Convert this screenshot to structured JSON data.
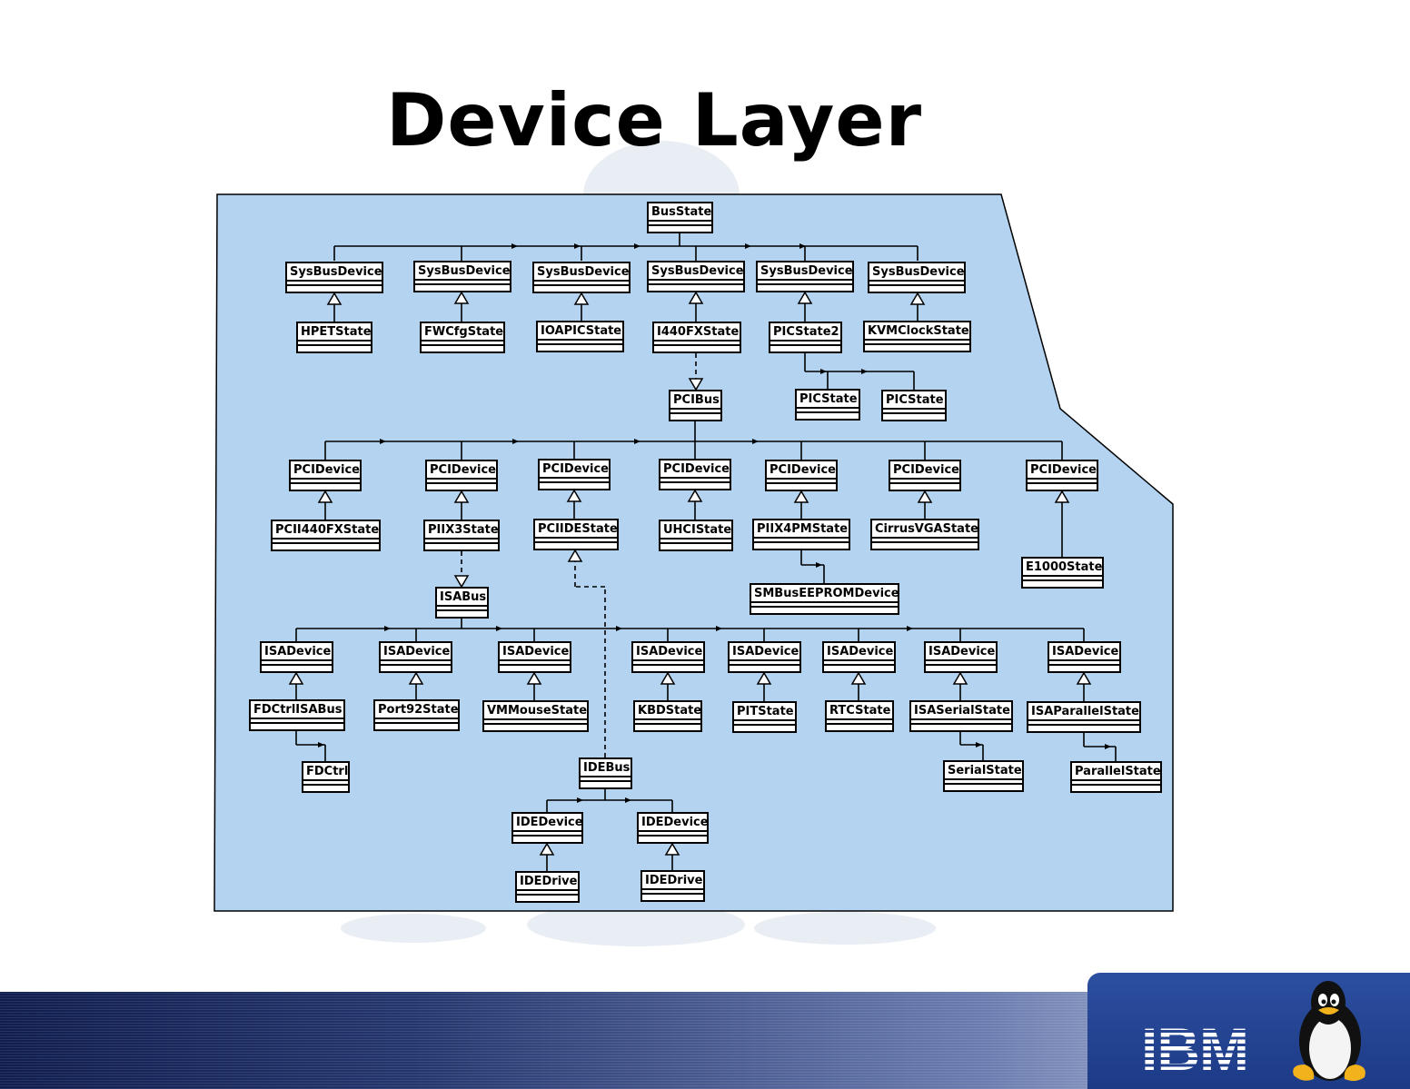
{
  "title": "Device Layer",
  "diagram": {
    "boxes": [
      {
        "id": "busstate",
        "label": "BusState"
      },
      {
        "id": "sysbus1",
        "label": "SysBusDevice"
      },
      {
        "id": "sysbus2",
        "label": "SysBusDevice"
      },
      {
        "id": "sysbus3",
        "label": "SysBusDevice"
      },
      {
        "id": "sysbus4",
        "label": "SysBusDevice"
      },
      {
        "id": "sysbus5",
        "label": "SysBusDevice"
      },
      {
        "id": "sysbus6",
        "label": "SysBusDevice"
      },
      {
        "id": "hpet",
        "label": "HPETState"
      },
      {
        "id": "fwcfg",
        "label": "FWCfgState"
      },
      {
        "id": "ioapic",
        "label": "IOAPICState"
      },
      {
        "id": "i440fx",
        "label": "I440FXState"
      },
      {
        "id": "picstate2",
        "label": "PICState2"
      },
      {
        "id": "kvmclock",
        "label": "KVMClockState"
      },
      {
        "id": "pic1",
        "label": "PICState"
      },
      {
        "id": "pic2",
        "label": "PICState"
      },
      {
        "id": "pcibus",
        "label": "PCIBus"
      },
      {
        "id": "pcidev1",
        "label": "PCIDevice"
      },
      {
        "id": "pcidev2",
        "label": "PCIDevice"
      },
      {
        "id": "pcidev3",
        "label": "PCIDevice"
      },
      {
        "id": "pcidev4",
        "label": "PCIDevice"
      },
      {
        "id": "pcidev5",
        "label": "PCIDevice"
      },
      {
        "id": "pcidev6",
        "label": "PCIDevice"
      },
      {
        "id": "pcidev7",
        "label": "PCIDevice"
      },
      {
        "id": "pcii440fx",
        "label": "PCII440FXState"
      },
      {
        "id": "piix3",
        "label": "PIIX3State"
      },
      {
        "id": "pciide",
        "label": "PCIIDEState"
      },
      {
        "id": "uhci",
        "label": "UHCIState"
      },
      {
        "id": "piix4pm",
        "label": "PIIX4PMState"
      },
      {
        "id": "cirrus",
        "label": "CirrusVGAState"
      },
      {
        "id": "e1000",
        "label": "E1000State"
      },
      {
        "id": "smbus",
        "label": "SMBusEEPROMDevice"
      },
      {
        "id": "isabus",
        "label": "ISABus"
      },
      {
        "id": "isadev1",
        "label": "ISADevice"
      },
      {
        "id": "isadev2",
        "label": "ISADevice"
      },
      {
        "id": "isadev3",
        "label": "ISADevice"
      },
      {
        "id": "isadev4",
        "label": "ISADevice"
      },
      {
        "id": "isadev5",
        "label": "ISADevice"
      },
      {
        "id": "isadev6",
        "label": "ISADevice"
      },
      {
        "id": "isadev7",
        "label": "ISADevice"
      },
      {
        "id": "isadev8",
        "label": "ISADevice"
      },
      {
        "id": "fdctrlisa",
        "label": "FDCtrlISABus"
      },
      {
        "id": "port92",
        "label": "Port92State"
      },
      {
        "id": "vmmouse",
        "label": "VMMouseState"
      },
      {
        "id": "kbd",
        "label": "KBDState"
      },
      {
        "id": "pit",
        "label": "PITState"
      },
      {
        "id": "rtc",
        "label": "RTCState"
      },
      {
        "id": "isaserial",
        "label": "ISASerialState"
      },
      {
        "id": "isaparallel",
        "label": "ISAParallelState"
      },
      {
        "id": "fdctrl",
        "label": "FDCtrl"
      },
      {
        "id": "serial",
        "label": "SerialState"
      },
      {
        "id": "parallel",
        "label": "ParallelState"
      },
      {
        "id": "idebus",
        "label": "IDEBus"
      },
      {
        "id": "idedev1",
        "label": "IDEDevice"
      },
      {
        "id": "idedev2",
        "label": "IDEDevice"
      },
      {
        "id": "idedrive1",
        "label": "IDEDrive"
      },
      {
        "id": "idedrive2",
        "label": "IDEDrive"
      }
    ],
    "edges": [
      {
        "from": "busstate",
        "to": "sysbus1",
        "type": "association"
      },
      {
        "from": "busstate",
        "to": "sysbus2",
        "type": "association"
      },
      {
        "from": "busstate",
        "to": "sysbus3",
        "type": "association"
      },
      {
        "from": "busstate",
        "to": "sysbus4",
        "type": "association"
      },
      {
        "from": "busstate",
        "to": "sysbus5",
        "type": "association"
      },
      {
        "from": "busstate",
        "to": "sysbus6",
        "type": "association"
      },
      {
        "from": "hpet",
        "to": "sysbus1",
        "type": "inheritance"
      },
      {
        "from": "fwcfg",
        "to": "sysbus2",
        "type": "inheritance"
      },
      {
        "from": "ioapic",
        "to": "sysbus3",
        "type": "inheritance"
      },
      {
        "from": "i440fx",
        "to": "sysbus4",
        "type": "inheritance"
      },
      {
        "from": "picstate2",
        "to": "sysbus5",
        "type": "inheritance"
      },
      {
        "from": "kvmclock",
        "to": "sysbus6",
        "type": "inheritance"
      },
      {
        "from": "picstate2",
        "to": "pic1",
        "type": "association"
      },
      {
        "from": "picstate2",
        "to": "pic2",
        "type": "association"
      },
      {
        "from": "i440fx",
        "to": "pcibus",
        "type": "dependency"
      },
      {
        "from": "pcibus",
        "to": "pcidev1",
        "type": "association"
      },
      {
        "from": "pcibus",
        "to": "pcidev2",
        "type": "association"
      },
      {
        "from": "pcibus",
        "to": "pcidev3",
        "type": "association"
      },
      {
        "from": "pcibus",
        "to": "pcidev4",
        "type": "association"
      },
      {
        "from": "pcibus",
        "to": "pcidev5",
        "type": "association"
      },
      {
        "from": "pcibus",
        "to": "pcidev6",
        "type": "association"
      },
      {
        "from": "pcibus",
        "to": "pcidev7",
        "type": "association"
      },
      {
        "from": "pcii440fx",
        "to": "pcidev1",
        "type": "inheritance"
      },
      {
        "from": "piix3",
        "to": "pcidev2",
        "type": "inheritance"
      },
      {
        "from": "pciide",
        "to": "pcidev3",
        "type": "inheritance"
      },
      {
        "from": "uhci",
        "to": "pcidev4",
        "type": "inheritance"
      },
      {
        "from": "piix4pm",
        "to": "pcidev5",
        "type": "inheritance"
      },
      {
        "from": "cirrus",
        "to": "pcidev6",
        "type": "inheritance"
      },
      {
        "from": "e1000",
        "to": "pcidev7",
        "type": "inheritance"
      },
      {
        "from": "piix4pm",
        "to": "smbus",
        "type": "association"
      },
      {
        "from": "piix3",
        "to": "isabus",
        "type": "dependency"
      },
      {
        "from": "isabus",
        "to": "isadev1",
        "type": "association"
      },
      {
        "from": "isabus",
        "to": "isadev2",
        "type": "association"
      },
      {
        "from": "isabus",
        "to": "isadev3",
        "type": "association"
      },
      {
        "from": "isabus",
        "to": "isadev4",
        "type": "association"
      },
      {
        "from": "isabus",
        "to": "isadev5",
        "type": "association"
      },
      {
        "from": "isabus",
        "to": "isadev6",
        "type": "association"
      },
      {
        "from": "isabus",
        "to": "isadev7",
        "type": "association"
      },
      {
        "from": "isabus",
        "to": "isadev8",
        "type": "association"
      },
      {
        "from": "fdctrlisa",
        "to": "isadev1",
        "type": "inheritance"
      },
      {
        "from": "port92",
        "to": "isadev2",
        "type": "inheritance"
      },
      {
        "from": "vmmouse",
        "to": "isadev3",
        "type": "inheritance"
      },
      {
        "from": "kbd",
        "to": "isadev4",
        "type": "inheritance"
      },
      {
        "from": "pit",
        "to": "isadev5",
        "type": "inheritance"
      },
      {
        "from": "rtc",
        "to": "isadev6",
        "type": "inheritance"
      },
      {
        "from": "isaserial",
        "to": "isadev7",
        "type": "inheritance"
      },
      {
        "from": "isaparallel",
        "to": "isadev8",
        "type": "inheritance"
      },
      {
        "from": "fdctrlisa",
        "to": "fdctrl",
        "type": "association"
      },
      {
        "from": "isaserial",
        "to": "serial",
        "type": "association"
      },
      {
        "from": "isaparallel",
        "to": "parallel",
        "type": "association"
      },
      {
        "from": "idebus",
        "to": "pciide",
        "type": "dependency"
      },
      {
        "from": "idebus",
        "to": "idedev1",
        "type": "association"
      },
      {
        "from": "idebus",
        "to": "idedev2",
        "type": "association"
      },
      {
        "from": "idedrive1",
        "to": "idedev1",
        "type": "inheritance"
      },
      {
        "from": "idedrive2",
        "to": "idedev2",
        "type": "inheritance"
      }
    ]
  },
  "footer": {
    "logo_text": "IBM",
    "mascot_icon": "tux-penguin-icon",
    "colors": {
      "footer_dark": "#101d4e",
      "logo_panel": "#1c3a86",
      "diagram_bg": "#b3d3f0"
    }
  }
}
